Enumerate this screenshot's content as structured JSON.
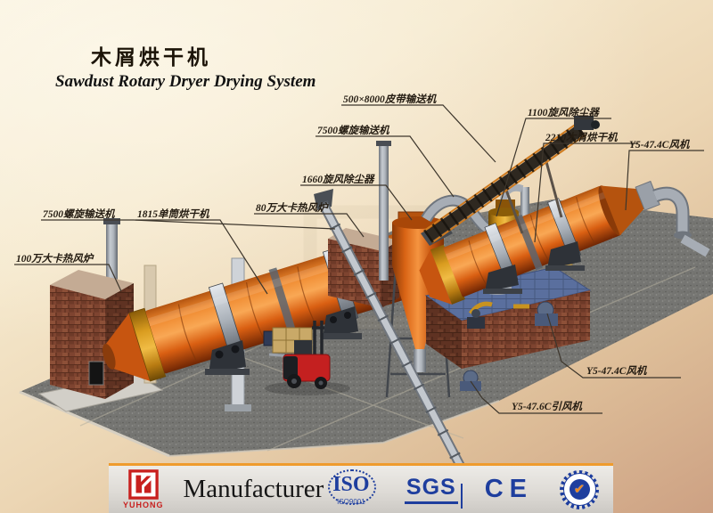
{
  "title": {
    "cn": "木屑烘干机",
    "en": "Sawdust Rotary Dryer Drying System"
  },
  "callouts": {
    "belt_conveyor": "500×8000皮带输送机",
    "cyclone_1100": "1100旋风除尘器",
    "dryer_2210": "2210木屑烘干机",
    "fan_top": "Y5-47.4C风机",
    "screw_upper": "7500螺旋输送机",
    "cyclone_1660": "1660旋风除尘器",
    "screw_left": "7500螺旋输送机",
    "dryer_1815": "1815单筒烘干机",
    "furnace_80": "80万大卡热风炉",
    "furnace_100": "100万大卡热风炉",
    "fan_right": "Y5-47.4C风机",
    "fan_induced": "Y5-47.6C引风机"
  },
  "banner": {
    "brand": "YUHONG",
    "label": "Manufacturer",
    "iso_text": "ISO",
    "iso_sub": "ISO9001",
    "sgs_text": "SGS",
    "ce_text": "CE",
    "badge_check": "✔"
  },
  "colors": {
    "accent_orange": "#ef9b2d",
    "brand_red": "#c8201e",
    "cert_blue": "#1e3e9e",
    "drum_orange": "#e8611a",
    "concrete_gray": "#757572",
    "background_cream": "#f5e8cc"
  }
}
